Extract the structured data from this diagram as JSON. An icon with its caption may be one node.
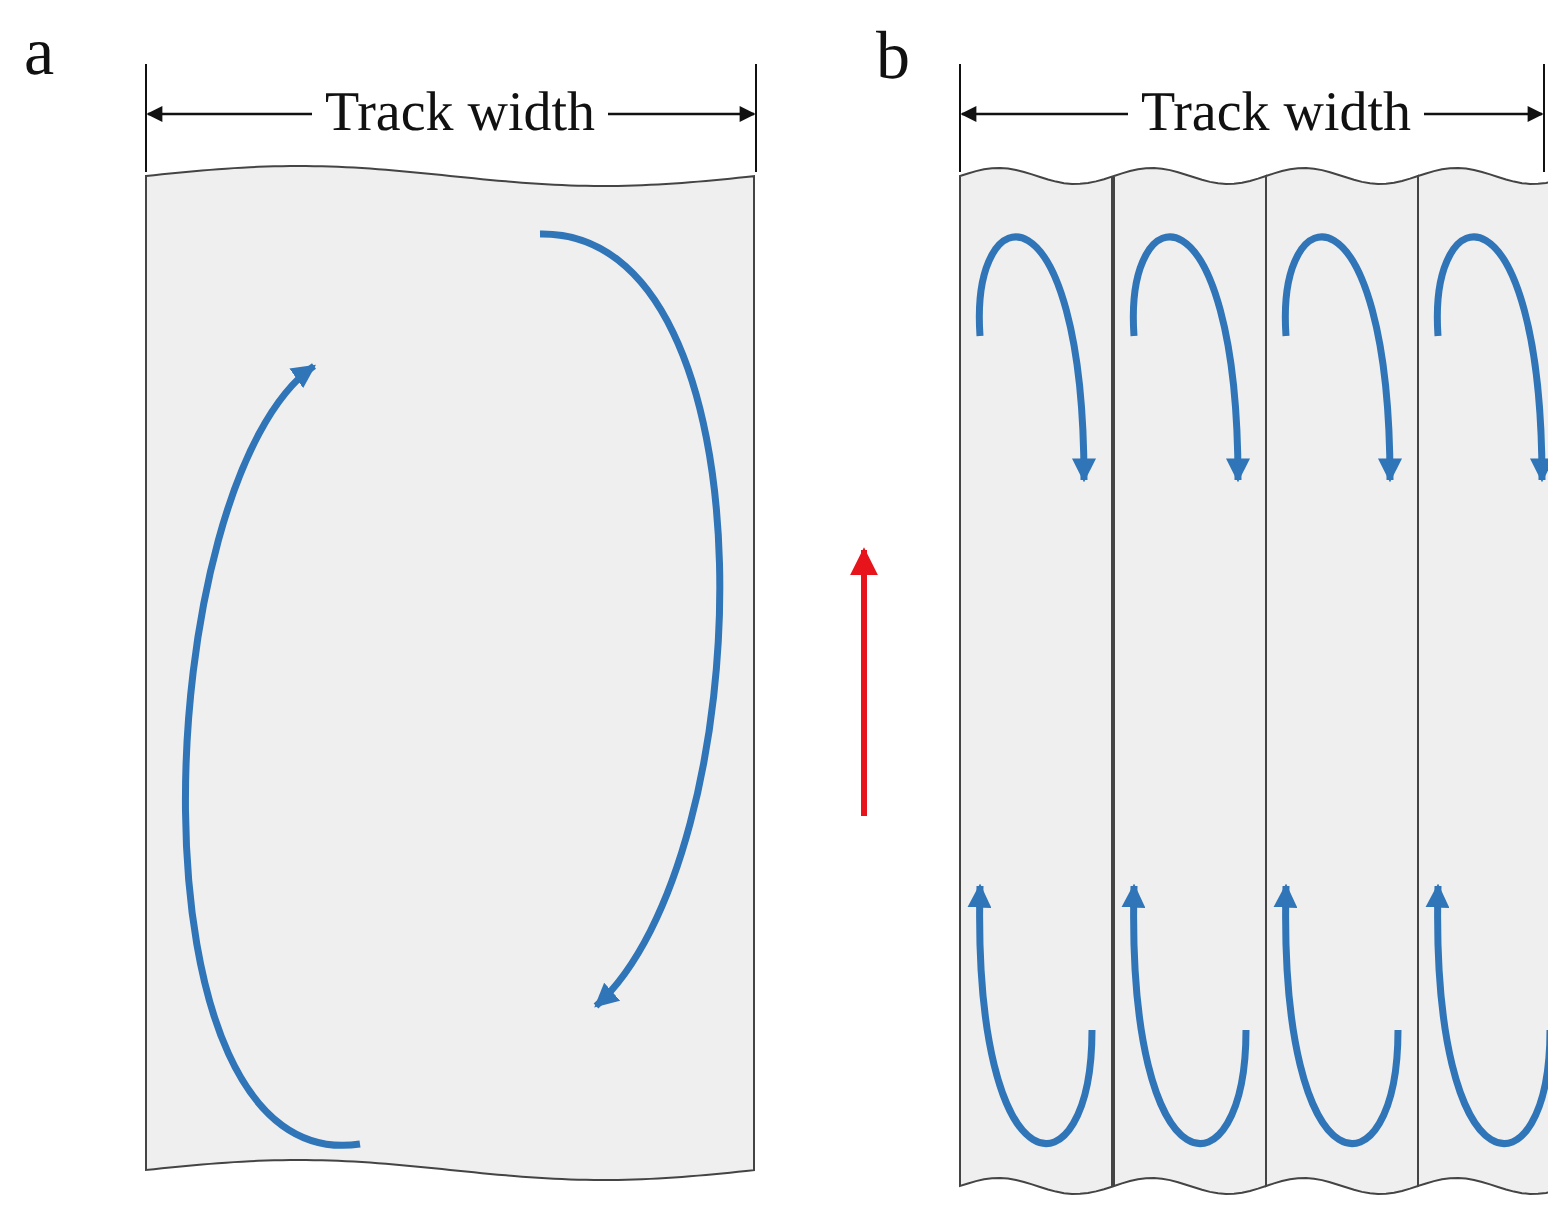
{
  "diagram": {
    "labels": [
      "a",
      "Track width",
      "b",
      "Track width"
    ]
  }
}
